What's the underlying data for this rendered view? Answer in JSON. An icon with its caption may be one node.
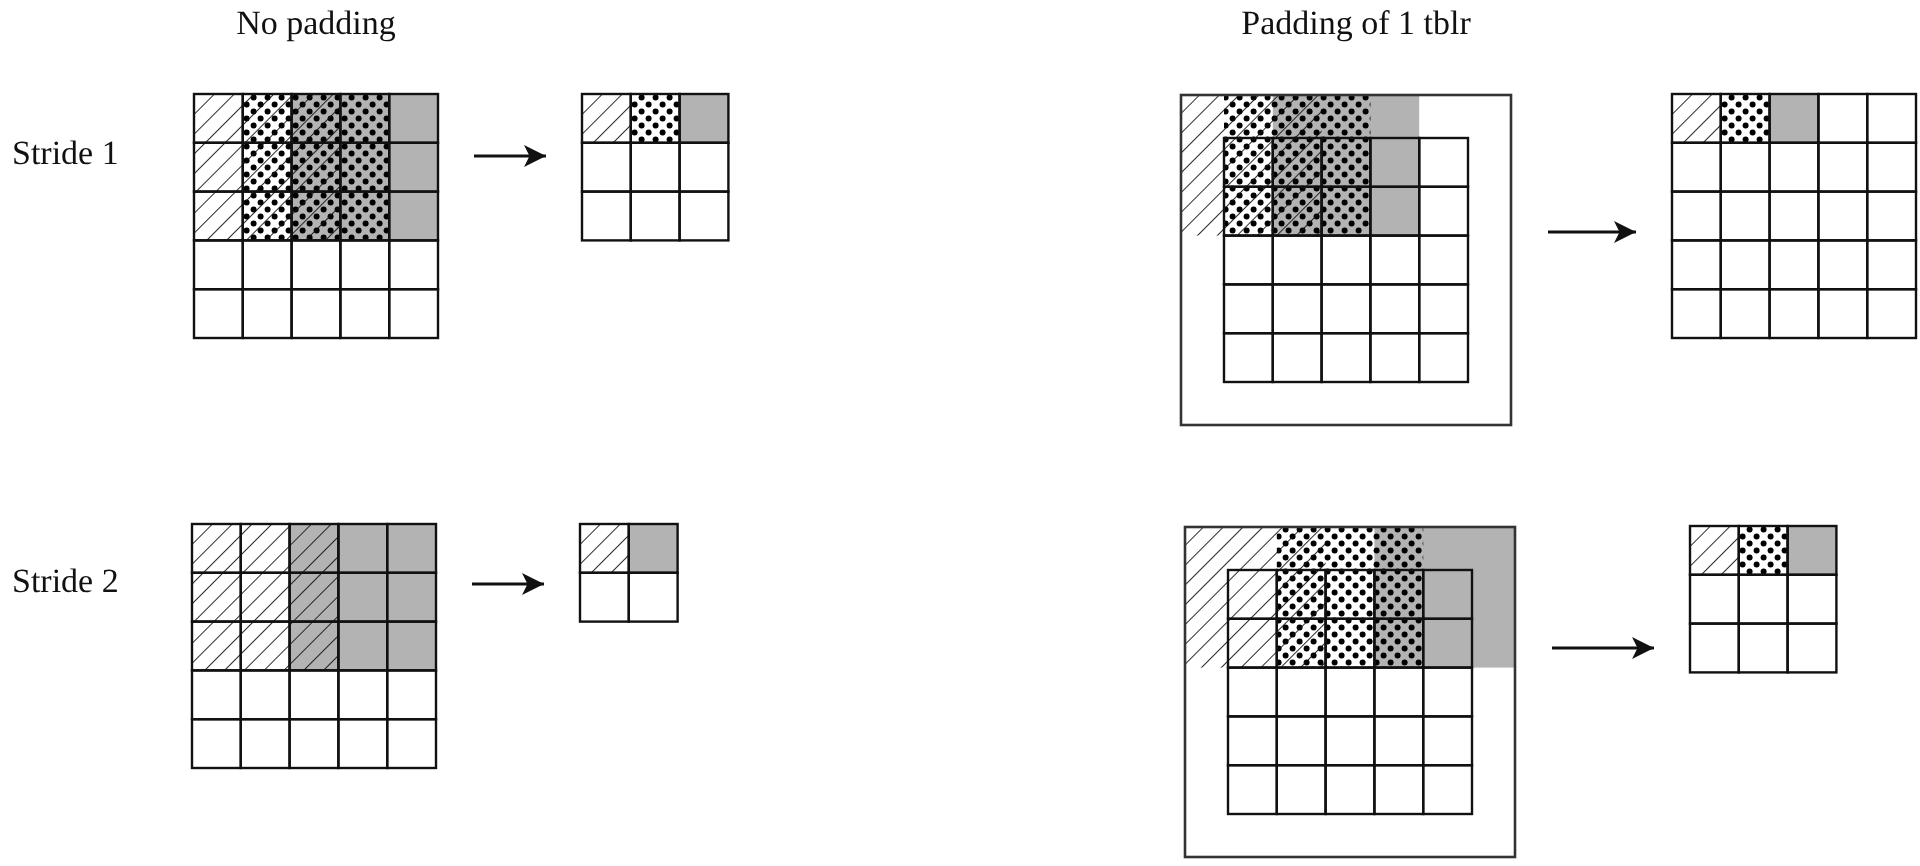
{
  "diagram": {
    "nodes": [
      {
        "text": [],
        "shape": "grid"
      },
      {
        "text": [],
        "shape": "grid"
      },
      {
        "text": [],
        "shape": "grid"
      },
      {
        "text": [],
        "shape": "grid"
      },
      {
        "text": [],
        "shape": "grid"
      },
      {
        "text": [],
        "shape": "grid"
      },
      {
        "text": [],
        "shape": "grid"
      },
      {
        "text": [],
        "shape": "grid"
      }
    ],
    "edges": [
      {
        "from": 0,
        "to": 1,
        "arrow": "to"
      },
      {
        "from": 2,
        "to": 3,
        "arrow": "to"
      },
      {
        "from": 4,
        "to": 5,
        "arrow": "to"
      },
      {
        "from": 6,
        "to": 7,
        "arrow": "to"
      }
    ],
    "labels": [
      "No padding",
      "Padding of 1 tblr",
      "Stride 1",
      "Stride 2"
    ]
  }
}
